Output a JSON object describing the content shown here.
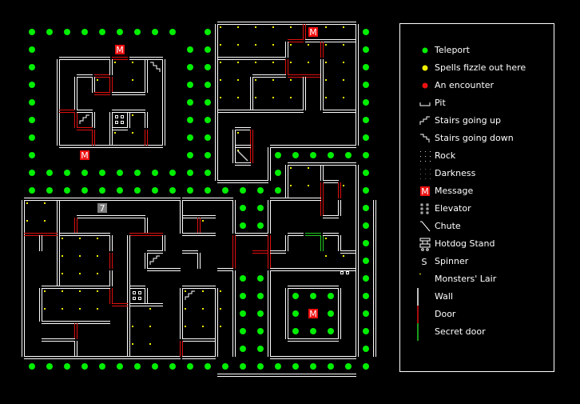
{
  "colors": {
    "background": "#000000",
    "wall": "#ffffff",
    "door": "#e01010",
    "secret_door": "#22cc22",
    "teleport": "#00ee00",
    "fizzle": "#eeee00",
    "encounter": "#ee1010",
    "message_bg": "#ee1010",
    "marker_bg": "#808080"
  },
  "map": {
    "message_label": "M",
    "marker_label": "7"
  },
  "legend": {
    "items": [
      {
        "icon": "teleport-icon",
        "label": "Teleport"
      },
      {
        "icon": "fizzle-icon",
        "label": "Spells fizzle out here"
      },
      {
        "icon": "encounter-icon",
        "label": "An encounter"
      },
      {
        "icon": "pit-icon",
        "label": "Pit"
      },
      {
        "icon": "stairs-up-icon",
        "label": "Stairs going up"
      },
      {
        "icon": "stairs-down-icon",
        "label": "Stairs going down"
      },
      {
        "icon": "rock-icon",
        "label": "Rock"
      },
      {
        "icon": "darkness-icon",
        "label": "Darkness"
      },
      {
        "icon": "message-icon",
        "label": "Message",
        "glyph": "M"
      },
      {
        "icon": "elevator-icon",
        "label": "Elevator"
      },
      {
        "icon": "chute-icon",
        "label": "Chute"
      },
      {
        "icon": "hotdog-stand-icon",
        "label": "Hotdog Stand"
      },
      {
        "icon": "spinner-icon",
        "label": "Spinner",
        "glyph": "S"
      },
      {
        "icon": "monsters-lair-icon",
        "label": "Monsters' Lair"
      },
      {
        "icon": "wall-icon",
        "label": "Wall"
      },
      {
        "icon": "door-icon",
        "label": "Door"
      },
      {
        "icon": "secret-door-icon",
        "label": "Secret door"
      }
    ]
  }
}
